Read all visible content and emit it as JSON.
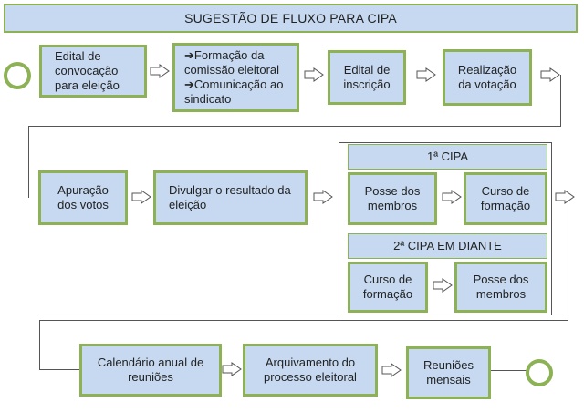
{
  "title": "SUGESTÃO DE FLUXO PARA CIPA",
  "row1": {
    "edital_convocacao": "Edital de convocação para eleição",
    "formacao_line1": "➔Formação da comissão eleitoral",
    "formacao_line2": "➔Comunicação ao sindicato",
    "edital_inscricao": "Edital de inscrição",
    "realizacao_votacao": "Realização da votação"
  },
  "row2": {
    "apuracao": "Apuração dos votos",
    "divulgar": "Divulgar o resultado da eleição",
    "primeira_cipa": {
      "header": "1ª CIPA",
      "posse": "Posse dos membros",
      "curso": "Curso de formação"
    },
    "segunda_cipa": {
      "header": "2ª CIPA EM DIANTE",
      "curso": "Curso de formação",
      "posse": "Posse dos membros"
    }
  },
  "row3": {
    "calendario": "Calendário anual de reuniões",
    "arquivamento": "Arquivamento do processo eleitoral",
    "reunioes": "Reuniões mensais"
  },
  "colors": {
    "box_fill": "#c6d9f1",
    "box_border": "#8db255",
    "connector": "#555555"
  }
}
